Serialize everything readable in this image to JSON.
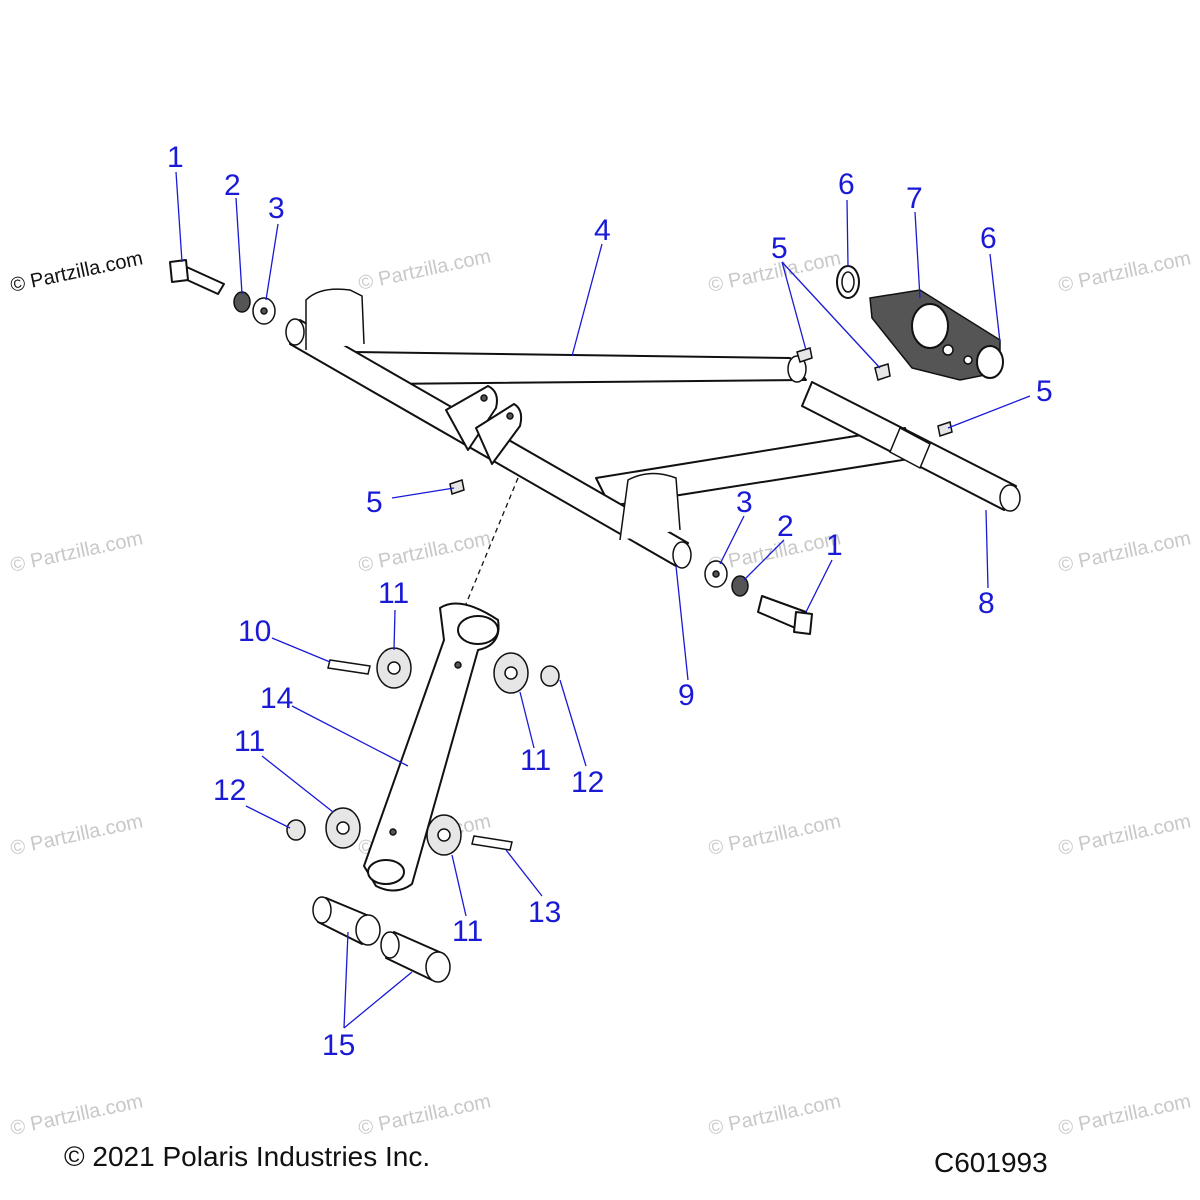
{
  "watermark": "© Partzilla.com",
  "copyright": "© 2021 Polaris Industries Inc.",
  "diagram_code": "C601993",
  "callouts": [
    "1",
    "2",
    "3",
    "4",
    "5",
    "5",
    "6",
    "7",
    "6",
    "5",
    "5",
    "3",
    "2",
    "1",
    "8",
    "9",
    "11",
    "10",
    "14",
    "11",
    "12",
    "11",
    "12",
    "11",
    "13",
    "15"
  ]
}
